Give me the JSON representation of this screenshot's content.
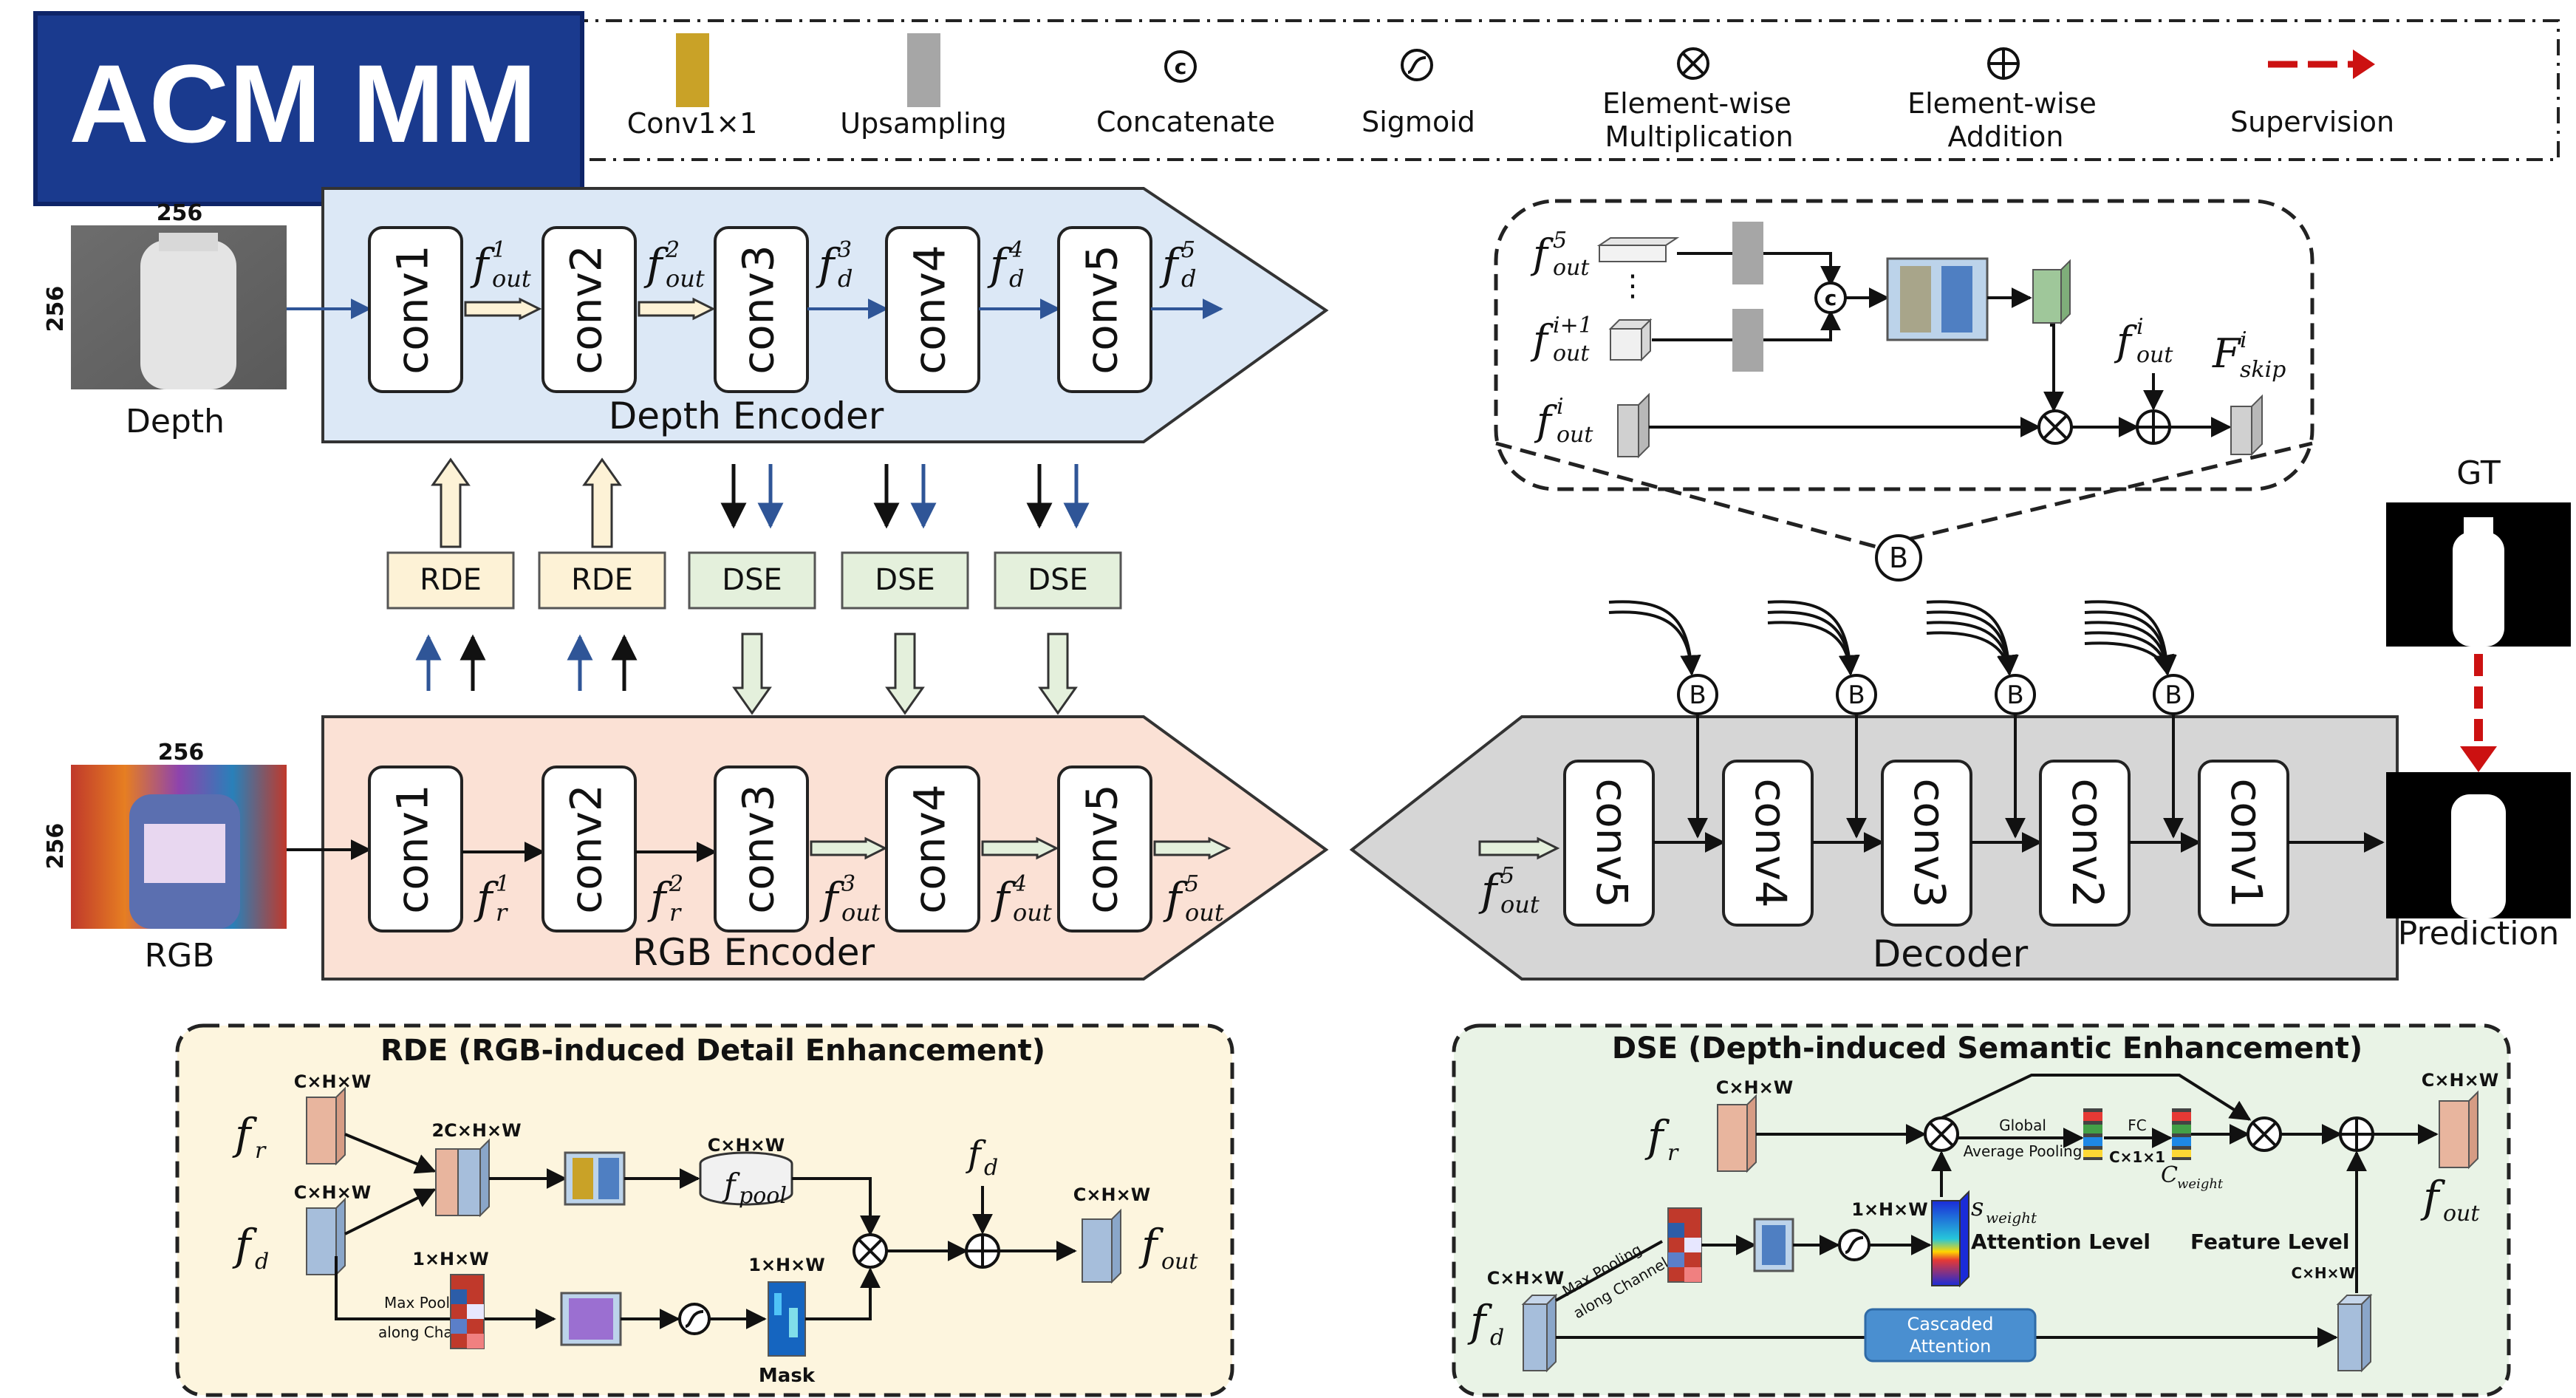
{
  "badge": {
    "text": "ACM MM",
    "bg": "#1a3a8e",
    "fg": "#ffffff"
  },
  "legend": {
    "conv": "Conv1×1",
    "upsampling": "Upsampling",
    "concatenate": "Concatenate",
    "sigmoid": "Sigmoid",
    "mult_line1": "Element-wise",
    "mult_line2": "Multiplication",
    "add_line1": "Element-wise",
    "add_line2": "Addition",
    "supervision": "Supervision"
  },
  "inputs": {
    "depth_label": "Depth",
    "rgb_label": "RGB",
    "size": "256",
    "gt_label": "GT",
    "prediction_label": "Prediction"
  },
  "depth_encoder": {
    "title": "Depth Encoder",
    "convs": [
      "conv1",
      "conv2",
      "conv3",
      "conv4",
      "conv5"
    ],
    "feat_sub": [
      "out",
      "out",
      "d",
      "d",
      "d"
    ],
    "feat_sup": [
      "1",
      "2",
      "3",
      "4",
      "5"
    ]
  },
  "rgb_encoder": {
    "title": "RGB Encoder",
    "convs": [
      "conv1",
      "conv2",
      "conv3",
      "conv4",
      "conv5"
    ],
    "feat_sub": [
      "r",
      "r",
      "out",
      "out",
      "out"
    ],
    "feat_sup": [
      "1",
      "2",
      "3",
      "4",
      "5"
    ]
  },
  "modules": [
    "RDE",
    "RDE",
    "DSE",
    "DSE",
    "DSE"
  ],
  "decoder": {
    "title": "Decoder",
    "convs": [
      "conv5",
      "conv4",
      "conv3",
      "conv2",
      "conv1"
    ],
    "b_label": "B",
    "input_sup": "5",
    "input_sub": "out"
  },
  "bblock": {
    "f_sup": [
      "5",
      "i+1",
      "i",
      "i"
    ],
    "f_sub": "out",
    "skip_label": "F",
    "skip_sup": "i",
    "skip_sub": "skip",
    "b_label": "B",
    "c_label": "c"
  },
  "rde": {
    "title": "RDE (RGB-induced Detail Enhancement)",
    "dim_chw": "C×H×W",
    "dim_2chw": "2C×H×W",
    "dim_1hw": "1×H×W",
    "max_pool_1": "Max Pooling",
    "max_pool_2": "along Channel",
    "mask": "Mask",
    "pool_sub": "pool"
  },
  "dse": {
    "title": "DSE (Depth-induced Semantic Enhancement)",
    "dim_chw": "C×H×W",
    "dim_1hw": "1×H×W",
    "dim_c11": "C×1×1",
    "global_1": "Global",
    "global_2": "Average Pooling",
    "fc": "FC",
    "s_weight_sub": "weight",
    "c_weight_sub": "weight",
    "attention_level": "Attention Level",
    "feature_level": "Feature Level",
    "cascaded_1": "Cascaded",
    "cascaded_2": "Attention",
    "max_pool_1": "Max Pooling",
    "max_pool_2": "along Channel"
  },
  "colors": {
    "depth_bg": "#dce8f6",
    "rgb_bg": "#fbe1d5",
    "decoder_bg": "#d6d6d6",
    "rde_bg": "#fdf5de",
    "dse_bg": "#e9f3e6",
    "rde_box": "#fdf2d6",
    "dse_box": "#e4f0dc",
    "blue_arrow": "#2f5597",
    "supervision": "#cc1111"
  }
}
